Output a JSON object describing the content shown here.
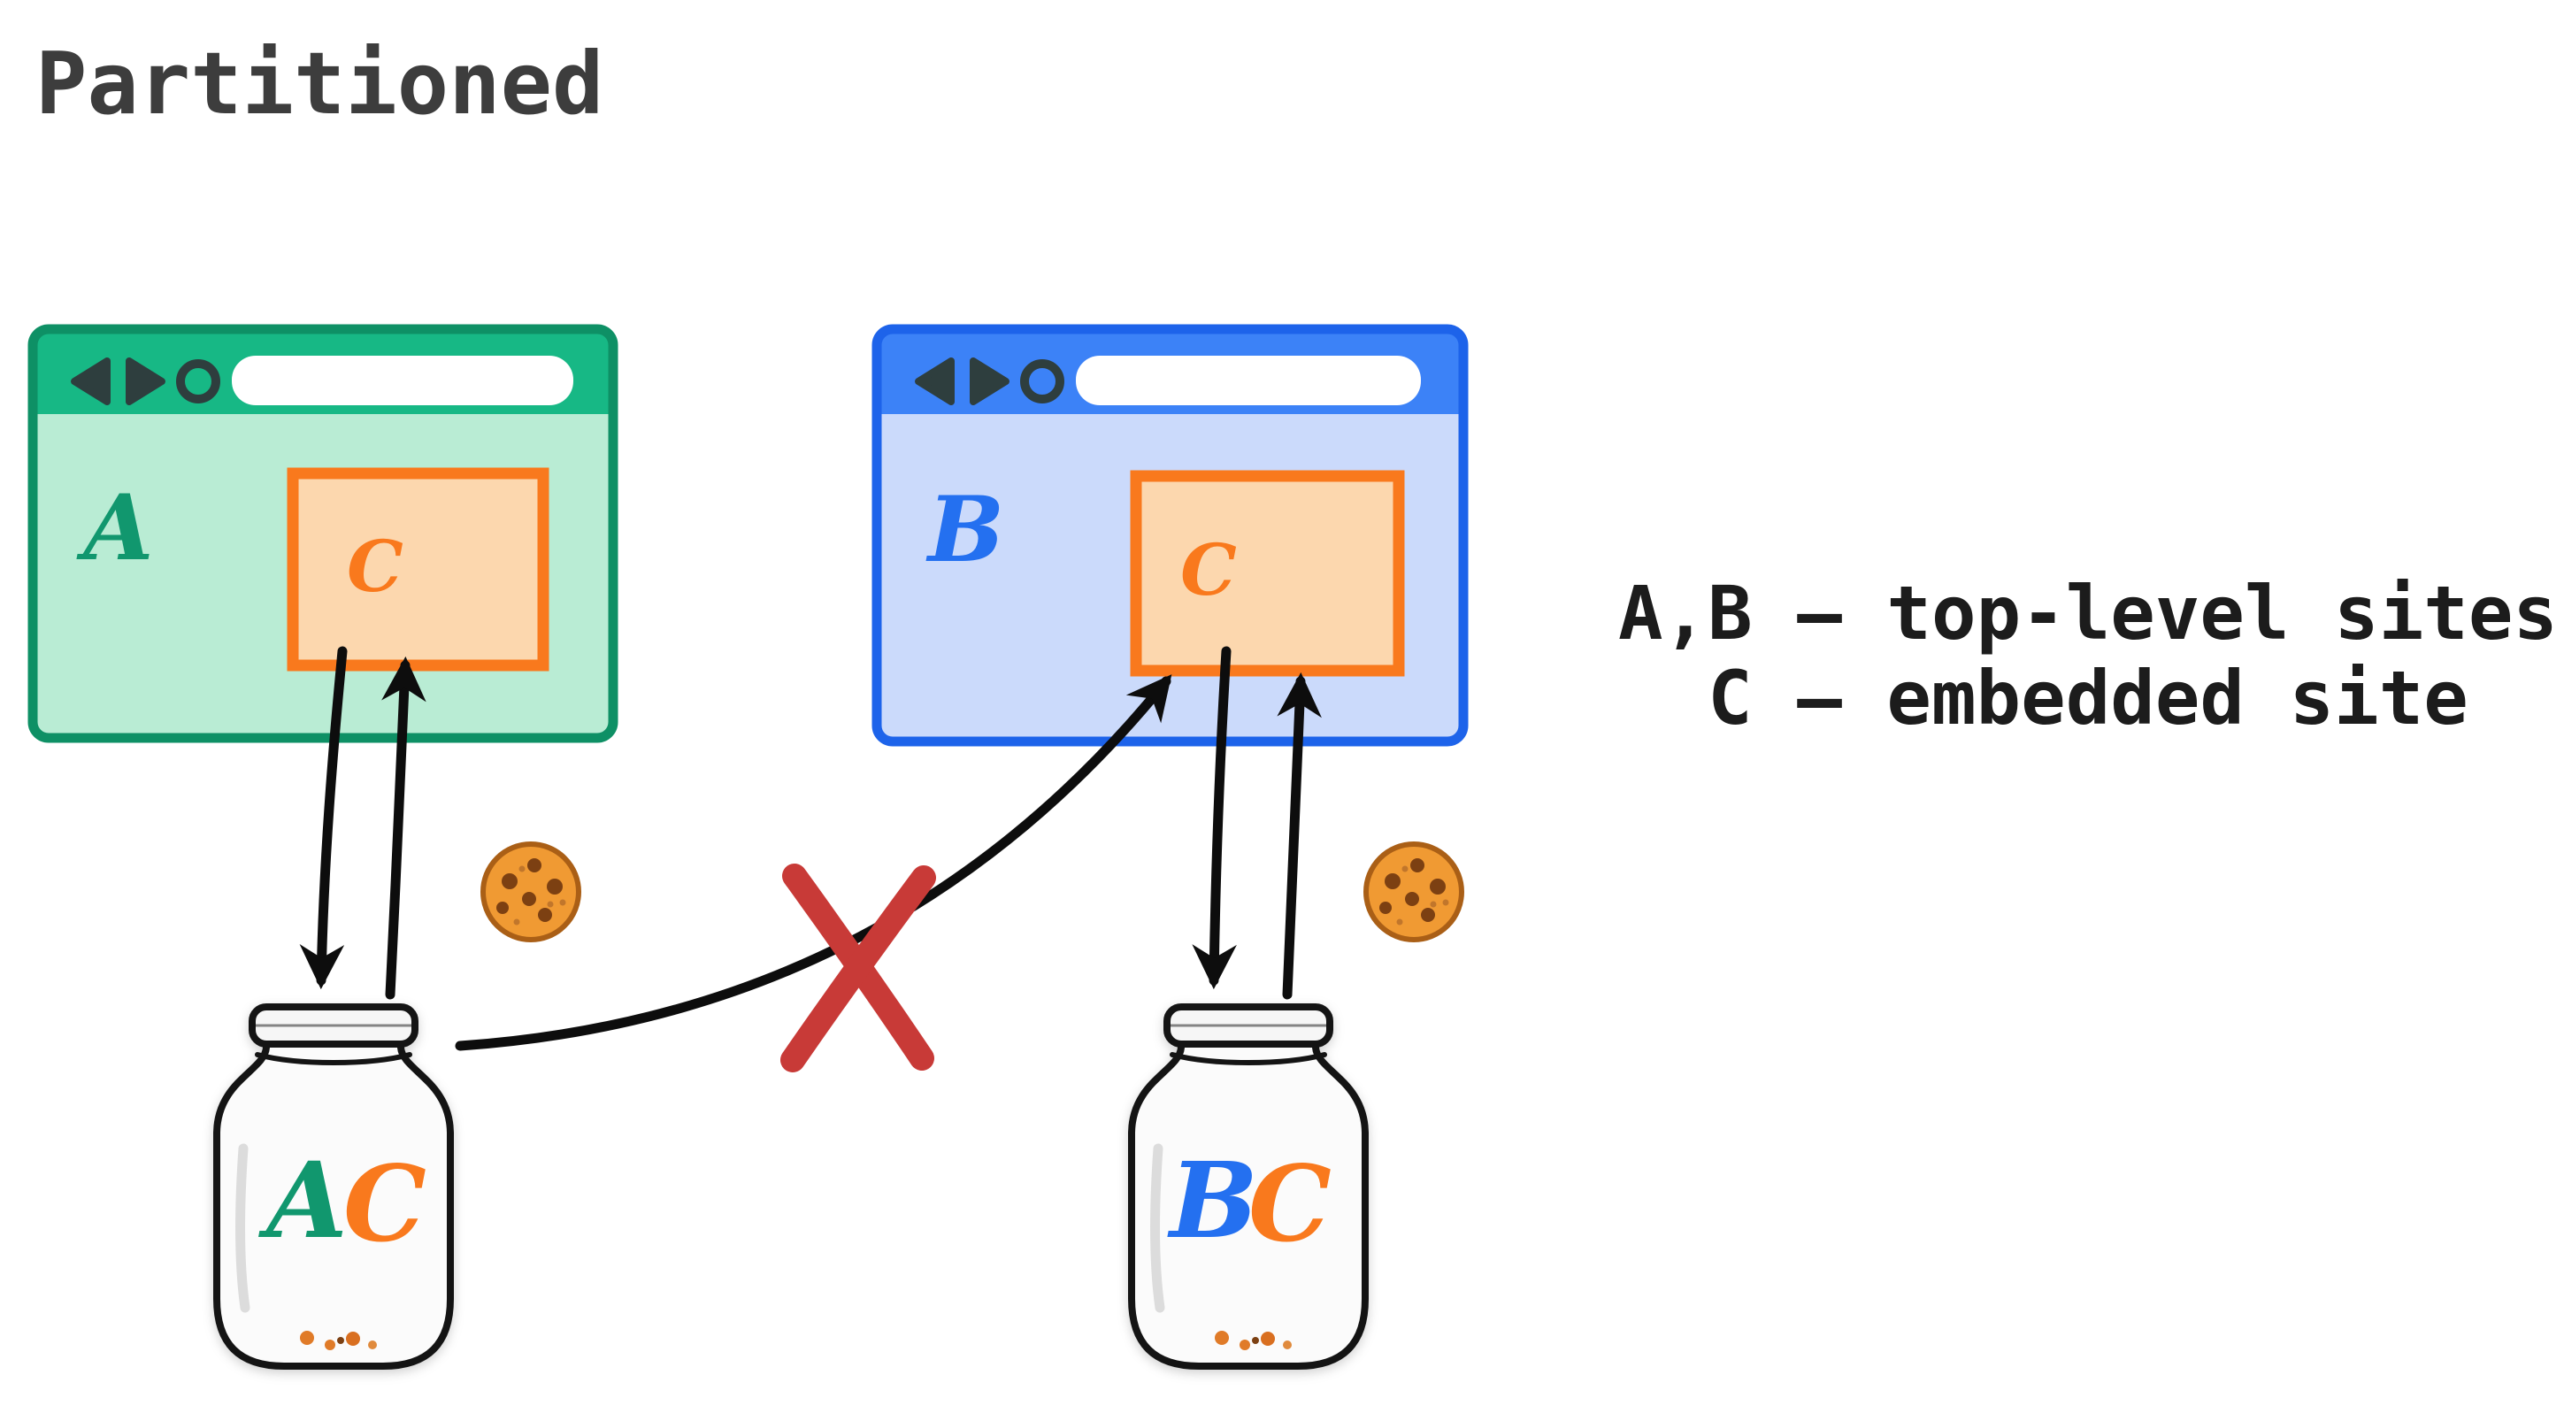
{
  "title": {
    "text": "Partitioned",
    "color": "#3d3d3d"
  },
  "legend": {
    "line1": "A,B — top-level sites",
    "line2": "C — embedded site",
    "color": "#1c1c1c"
  },
  "window_a": {
    "label": "A",
    "iframe_label": "C",
    "header_color": "#17b885",
    "body_color": "#b9ecd4",
    "border_color": "#0e9065"
  },
  "window_b": {
    "label": "B",
    "iframe_label": "C",
    "header_color": "#3c82f7",
    "body_color": "#cbdafb",
    "border_color": "#1d63ea"
  },
  "iframe": {
    "fill": "#fcd7ae",
    "border": "#f9791d"
  },
  "jar_left": {
    "letter1": "A",
    "letter2": "C"
  },
  "jar_right": {
    "letter1": "B",
    "letter2": "C"
  },
  "colors": {
    "site_a": "#11976e",
    "site_b": "#2470f0",
    "site_c": "#f9791d",
    "blocked_x": "#c83a37",
    "arrow": "#0d0d0d",
    "nav_icon": "#2e3e3e"
  },
  "icons": {
    "back": "back-icon",
    "forward": "forward-icon",
    "reload": "reload-icon",
    "cookie": "cookie-icon",
    "jar": "cookie-jar-icon",
    "blocked": "blocked-x-icon"
  }
}
